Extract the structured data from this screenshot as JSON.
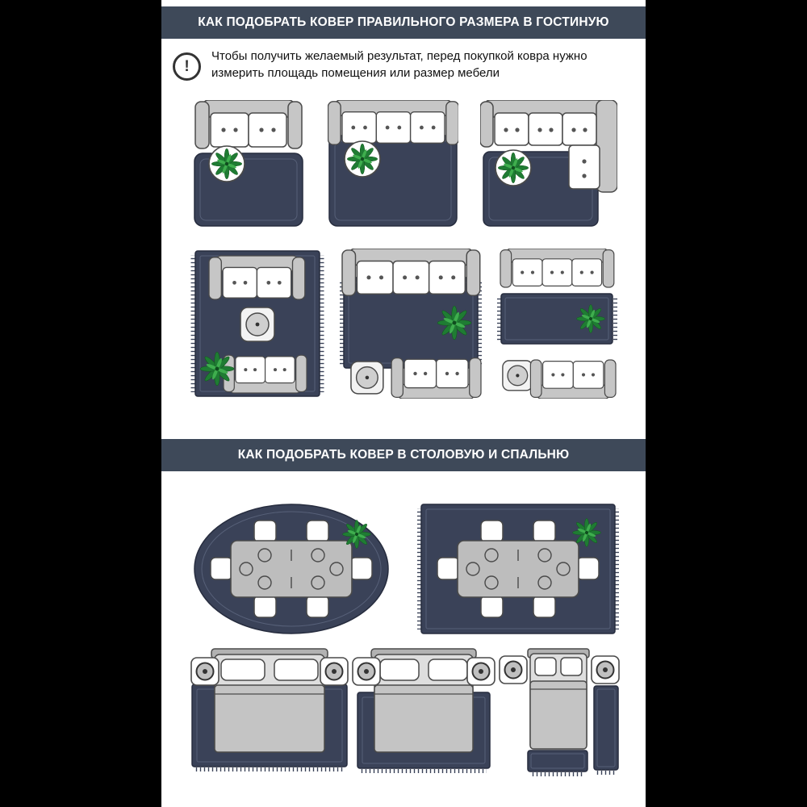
{
  "page": {
    "canvas_background": "#000000",
    "sheet_background": "#ffffff"
  },
  "colors": {
    "header_background": "#3e4959",
    "header_text": "#ffffff",
    "rug": "#3a4258",
    "rug_outline": "#262c3e",
    "furniture_fill": "#c6c6c6",
    "furniture_outline": "#4a4a4a",
    "plant_dark": "#1f7c33",
    "plant_light": "#3fae4e"
  },
  "living_room_section": {
    "title": "КАК ПОДОБРАТЬ КОВЕР ПРАВИЛЬНОГО РАЗМЕРА В ГОСТИНУЮ",
    "note_icon": "!",
    "note": "Чтобы получить желаемый результат, перед покупкой ковра нужно измерить площадь помещения или размер мебели",
    "diagrams": [
      {
        "icon": "sofa-with-rug-in-front"
      },
      {
        "icon": "sofa-front-legs-on-rug"
      },
      {
        "icon": "corner-sofa-on-rug"
      },
      {
        "icon": "two-sofas-coffee-table-large-rug"
      },
      {
        "icon": "sofa-on-rug-with-side-table"
      },
      {
        "icon": "small-rug-between-two-sofas"
      }
    ]
  },
  "dining_bedroom_section": {
    "title": "КАК ПОДОБРАТЬ КОВЕР В СТОЛОВУЮ И СПАЛЬНЮ",
    "diagrams": [
      {
        "icon": "oval-rug-dining-table-six-chairs"
      },
      {
        "icon": "rectangular-rug-dining-table-six-chairs"
      },
      {
        "icon": "bed-on-large-rug-with-nightstands"
      },
      {
        "icon": "bed-on-partial-rug"
      },
      {
        "icon": "bed-with-side-runner-and-foot-mat"
      }
    ]
  }
}
